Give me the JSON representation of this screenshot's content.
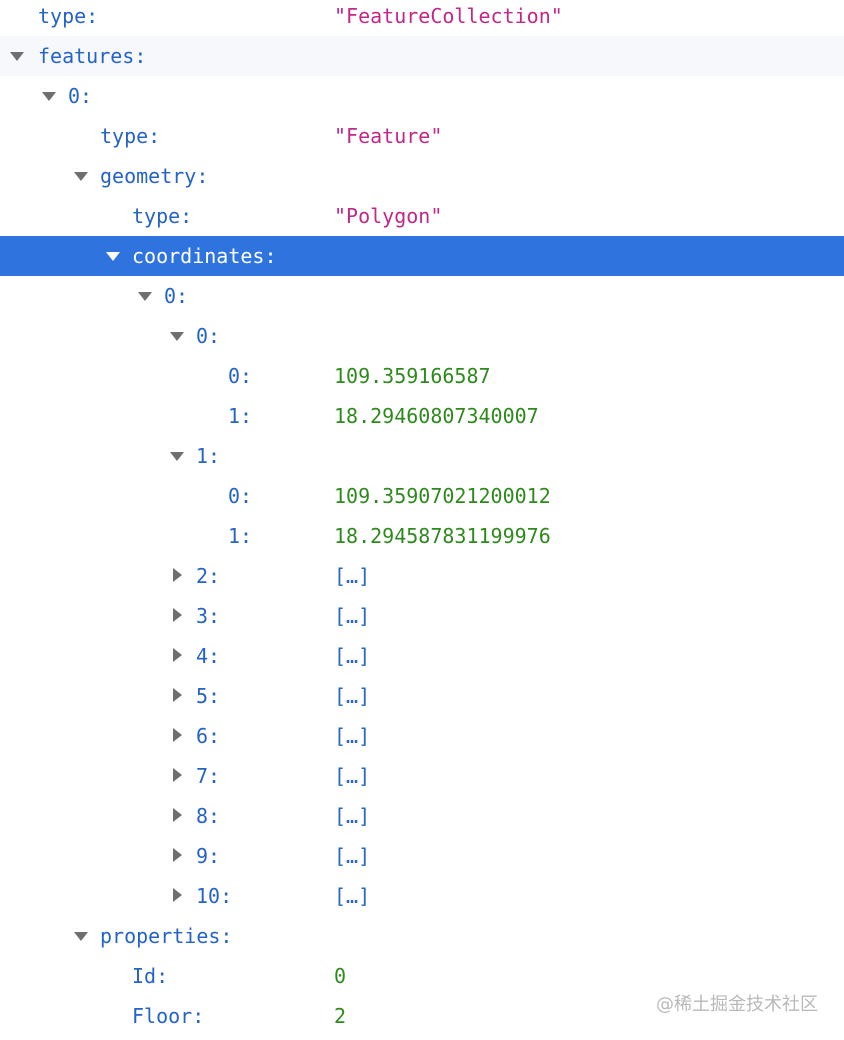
{
  "tree": {
    "type_key": "type:",
    "type_val": "\"FeatureCollection\"",
    "features_key": "features:",
    "f0_key": "0:",
    "f0_type_key": "type:",
    "f0_type_val": "\"Feature\"",
    "geometry_key": "geometry:",
    "geom_type_key": "type:",
    "geom_type_val": "\"Polygon\"",
    "coordinates_key": "coordinates:",
    "ring0_key": "0:",
    "points": [
      {
        "key": "0:",
        "x_key": "0:",
        "x_val": "109.359166587",
        "y_key": "1:",
        "y_val": "18.29460807340007"
      },
      {
        "key": "1:",
        "x_key": "0:",
        "x_val": "109.35907021200012",
        "y_key": "1:",
        "y_val": "18.294587831199976"
      }
    ],
    "collapsed": [
      {
        "key": "2:",
        "val": "[…]"
      },
      {
        "key": "3:",
        "val": "[…]"
      },
      {
        "key": "4:",
        "val": "[…]"
      },
      {
        "key": "5:",
        "val": "[…]"
      },
      {
        "key": "6:",
        "val": "[…]"
      },
      {
        "key": "7:",
        "val": "[…]"
      },
      {
        "key": "8:",
        "val": "[…]"
      },
      {
        "key": "9:",
        "val": "[…]"
      },
      {
        "key": "10:",
        "val": "[…]"
      }
    ],
    "properties_key": "properties:",
    "id_key": "Id:",
    "id_val": "0",
    "floor_key": "Floor:",
    "floor_val": "2"
  },
  "watermark": "@稀土掘金技术社区",
  "colors": {
    "key": "#2563c5",
    "string": "#c2288a",
    "number": "#2f8a1e",
    "selection": "#2f74de"
  },
  "icons": {
    "expanded": "triangle-down-icon",
    "collapsed": "triangle-right-icon"
  }
}
